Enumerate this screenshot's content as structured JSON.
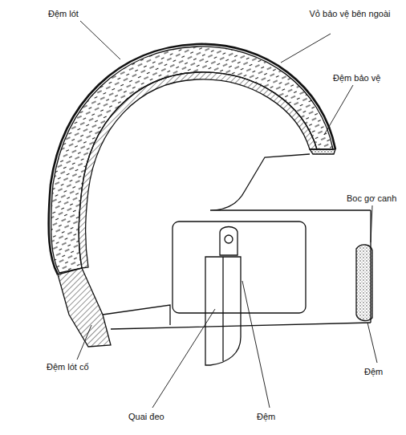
{
  "diagram": {
    "labels": [
      "Đệm lót",
      "Vỏ bảo vệ bên ngoài",
      "Đệm bảo vệ",
      "Boc gơ canh",
      "Đệm lót cổ",
      "Quai đeo",
      "Đệm",
      "Đệm"
    ]
  }
}
